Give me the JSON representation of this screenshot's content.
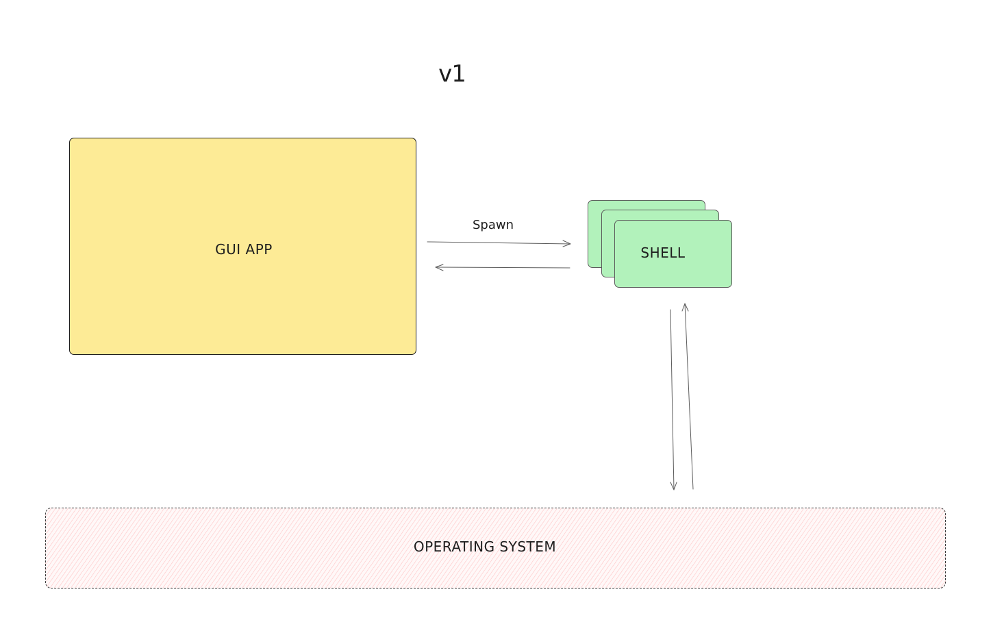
{
  "title": "v1",
  "nodes": {
    "gui_app": {
      "label": "GUI APP",
      "color": "#fdeb96"
    },
    "shell": {
      "label": "SHELL",
      "color": "#b2f2bb"
    },
    "operating_system": {
      "label": "OPERATING SYSTEM",
      "color": "#ffc9c9"
    }
  },
  "edges": {
    "spawn": {
      "label": "Spawn",
      "from": "GUI APP",
      "to": "SHELL"
    },
    "shell_to_gui": {
      "label": "",
      "from": "SHELL",
      "to": "GUI APP"
    },
    "shell_to_os": {
      "label": "",
      "from": "SHELL",
      "to": "OPERATING SYSTEM"
    },
    "os_to_shell": {
      "label": "",
      "from": "OPERATING SYSTEM",
      "to": "SHELL"
    }
  }
}
